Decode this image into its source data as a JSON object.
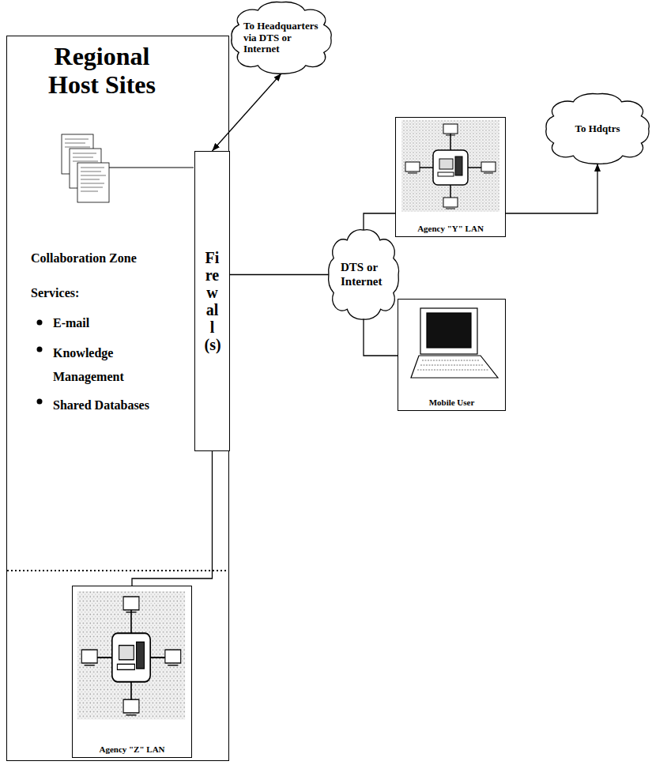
{
  "diagram": {
    "nodes": [
      {
        "text": [
          "Regional Host Sites",
          "Collaboration Zone",
          "Services:",
          "E-mail",
          "Knowledge Management",
          "Shared Databases"
        ]
      },
      {
        "text": [
          "To Headquarters via DTS or Internet"
        ]
      },
      {
        "text": [
          "Firewall(s)"
        ],
        "in": 0
      },
      {
        "text": [
          "To Hdqtrs"
        ]
      },
      {
        "text": [
          "Agency \"Y\" LAN"
        ]
      },
      {
        "text": [
          "DTS or Internet"
        ]
      },
      {
        "text": [
          "Mobile User"
        ]
      },
      {
        "text": [
          "Agency \"Z\" LAN"
        ],
        "in": 0
      }
    ],
    "edges": [
      {
        "from": 2,
        "to": 1,
        "arrow": "both"
      },
      {
        "from": 5,
        "to": 4,
        "arrow": "none"
      },
      {
        "from": 4,
        "to": 3,
        "arrow": "to"
      },
      {
        "from": 2,
        "to": 5,
        "arrow": "none"
      },
      {
        "from": 5,
        "to": 6,
        "arrow": "none"
      },
      {
        "from": 2,
        "to": 7,
        "arrow": "none"
      }
    ]
  }
}
